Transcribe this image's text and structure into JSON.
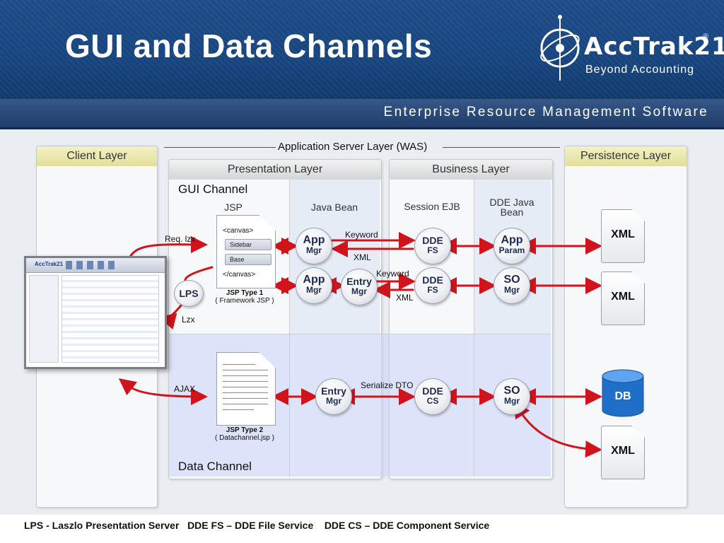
{
  "header": {
    "title": "GUI and Data Channels",
    "logo_brand": "AccTrak21",
    "logo_reg": "®",
    "logo_tagline": "Beyond Accounting",
    "subtitle": "Enterprise Resource Management Software"
  },
  "layers": {
    "client": "Client Layer",
    "app_server": "Application Server Layer (WAS)",
    "persistence": "Persistence Layer",
    "presentation": "Presentation Layer",
    "business": "Business Layer"
  },
  "columns": {
    "jsp": "JSP",
    "java_bean": "Java Bean",
    "session_ejb": "Session EJB",
    "dde_java_bean": "DDE Java Bean"
  },
  "channels": {
    "gui": "GUI Channel",
    "data": "Data Channel"
  },
  "jsp1": {
    "canvas_open": "<canvas>",
    "sidebar": "Sidebar",
    "base": "Base",
    "canvas_close": "</canvas>",
    "caption_title": "JSP Type 1",
    "caption_sub": "( Framework JSP )"
  },
  "jsp2": {
    "caption_title": "JSP Type 2",
    "caption_sub": "( Datachannel.jsp )"
  },
  "nodes": {
    "lps": "LPS",
    "app1_a": "App",
    "app1_b": "Mgr",
    "app2_a": "App",
    "app2_b": "Mgr",
    "entry1_a": "Entry",
    "entry1_b": "Mgr",
    "dde1_a": "DDE",
    "dde1_b": "FS",
    "dde2_a": "DDE",
    "dde2_b": "FS",
    "dde3_a": "DDE",
    "dde3_b": "CS",
    "appparam_a": "App",
    "appparam_b": "Param",
    "so1_a": "SO",
    "so1_b": "Mgr",
    "entry2_a": "Entry",
    "entry2_b": "Mgr",
    "so2_a": "SO",
    "so2_b": "Mgr"
  },
  "labels": {
    "req_lzx": "Req. lzx",
    "lzx": "Lzx",
    "ajax": "AJAX",
    "keyword1": "Keyword",
    "xml1": "XML",
    "keyword2": "Keyword",
    "xml2": "XML",
    "serialize": "Serialize DTO"
  },
  "storage": {
    "xml_a": "XML",
    "xml_b": "XML",
    "db": "DB",
    "xml_c": "XML"
  },
  "screenshot": {
    "brand": "AccTrak21"
  },
  "footer": "LPS - Laszlo Presentation Server   DDE FS – DDE File Service    DDE CS – DDE Component Service",
  "colors": {
    "arrow": "#d0141c",
    "header_blue": "#1f4c87",
    "db_blue": "#1f6fc8"
  }
}
